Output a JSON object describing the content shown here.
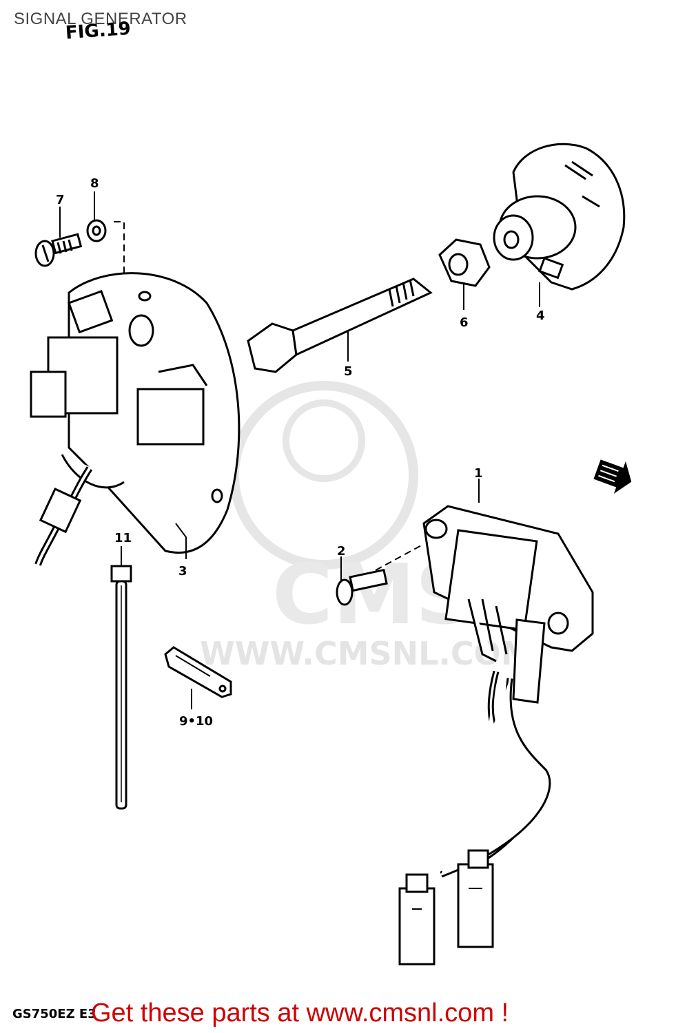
{
  "header": {
    "title": "SIGNAL GENERATOR",
    "figure": "FIG.19"
  },
  "watermark": {
    "brand": "CMS",
    "url": "WWW.CMSNL.COM"
  },
  "callouts": {
    "p1": "1",
    "p2": "2",
    "p3": "3",
    "p4": "4",
    "p5": "5",
    "p6": "6",
    "p7": "7",
    "p8": "8",
    "p9_10": "9•10",
    "p11": "11"
  },
  "front_arrow_icon": "front-arrow-icon",
  "footer": {
    "model": "GS750EZ E3",
    "cta": "Get these parts at www.cmsnl.com !",
    "cta_color": "#d00000"
  }
}
